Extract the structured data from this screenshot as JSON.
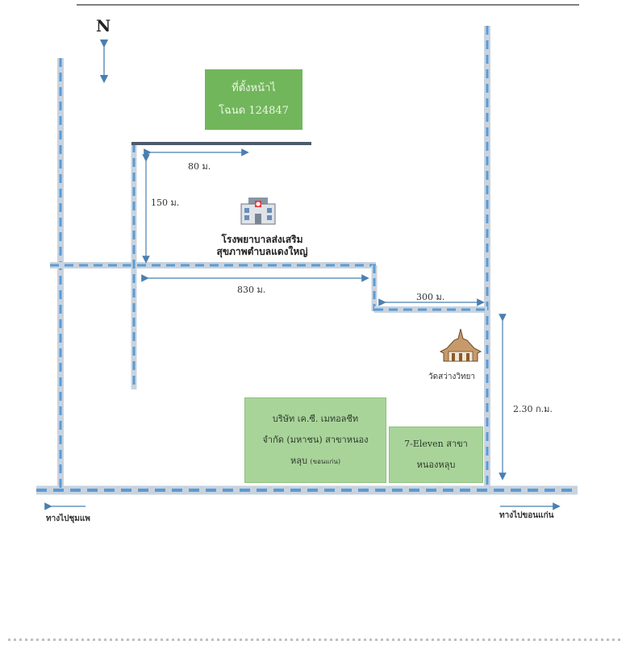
{
  "north_label": "N",
  "location_box": {
    "line1": "ที่ตั้งหน้าไ",
    "line2": "โฉนด 124847",
    "color": "#71b65b"
  },
  "distances": {
    "top_road": "80 ม.",
    "left_road": "150 ม.",
    "middle_road": "830 ม.",
    "right_connector": "300 ม.",
    "right_road": "2.30 ก.ม."
  },
  "hospital": {
    "line1": "โรงพยาบาลส่งเสริม",
    "line2": "สุขภาพตำบลแดงใหญ่",
    "icon": "hospital-icon"
  },
  "temple": {
    "label": "วัดสว่างวิทยา",
    "icon": "temple-icon"
  },
  "company_box": {
    "line1": "บริษัท เค.ซี. เมทอลชีท",
    "line2": "จำกัด (มหาชน) สาขาหนอง",
    "line3": "หลุบ",
    "line3_small": "(ขอนแก่น)",
    "color": "#a8d49a"
  },
  "seven_box": {
    "line1": "7-Eleven สาขา",
    "line2": "หนองหลุบ",
    "color": "#a8d49a"
  },
  "directions": {
    "left": "ทางไปชุมแพ",
    "right": "ทางไปขอนแก่น"
  },
  "colors": {
    "road_dash": "#5b9bd5",
    "road_base": "#c9d3de"
  }
}
